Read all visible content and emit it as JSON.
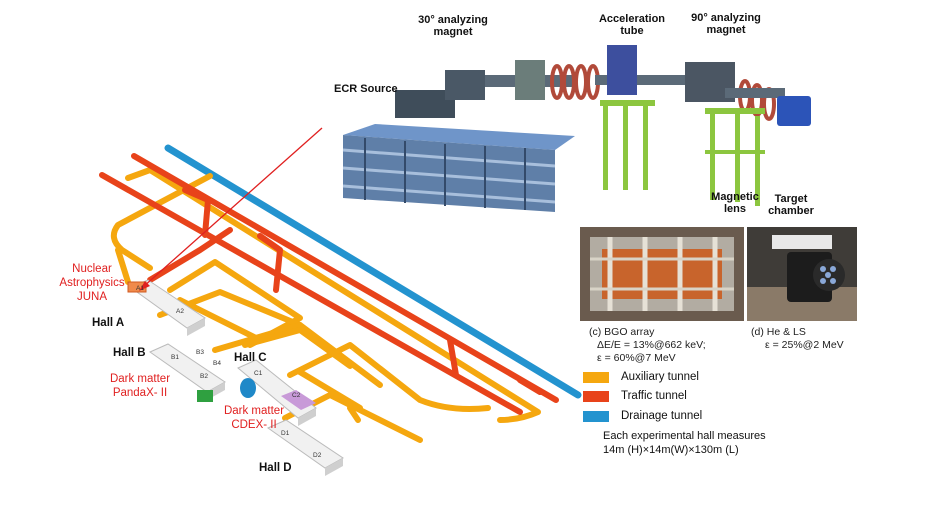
{
  "accelerator": {
    "labels": {
      "analyzing30": "30° analyzing magnet",
      "ecr": "ECR Source",
      "accel_tube": "Acceleration tube",
      "analyzing90": "90° analyzing magnet",
      "magnetic_lens": "Magnetic lens",
      "target": "Target chamber"
    }
  },
  "halls": {
    "hall_a": "Hall A",
    "hall_b": "Hall B",
    "hall_c": "Hall C",
    "hall_d": "Hall D",
    "a1": "A1",
    "a2": "A2",
    "b1": "B1",
    "b2": "B2",
    "b3": "B3",
    "b4": "B4",
    "c1": "C1",
    "c2": "C2",
    "d1": "D1",
    "d2": "D2"
  },
  "experiments": {
    "juna_line1": "Nuclear",
    "juna_line2": "Astrophysics",
    "juna_line3": "JUNA",
    "pandax_line1": "Dark matter",
    "pandax_line2": "PandaX- II",
    "cdex_line1": "Dark matter",
    "cdex_line2": "CDEX- II"
  },
  "detectors": {
    "bgo_title": "(c) BGO array",
    "bgo_res": "ΔE/E = 13%@662 keV;",
    "bgo_eff": "ε = 60%@7 MeV",
    "hels_title": "(d) He & LS",
    "hels_eff": "ε = 25%@2 MeV"
  },
  "legend": {
    "items": [
      {
        "label": "Auxiliary tunnel",
        "color": "#f5a70f"
      },
      {
        "label": "Traffic tunnel",
        "color": "#e8431a"
      },
      {
        "label": "Drainage tunnel",
        "color": "#2393cf"
      }
    ],
    "note_line1": "Each experimental hall measures",
    "note_line2": "14m (H)×14m(W)×130m (L)"
  },
  "colors": {
    "auxiliary": "#f5a70f",
    "traffic": "#e8431a",
    "drainage": "#2393cf",
    "annotation": "#e02020",
    "beamline_green": "#8cc63f",
    "platform_blue": "#6f95c9"
  }
}
